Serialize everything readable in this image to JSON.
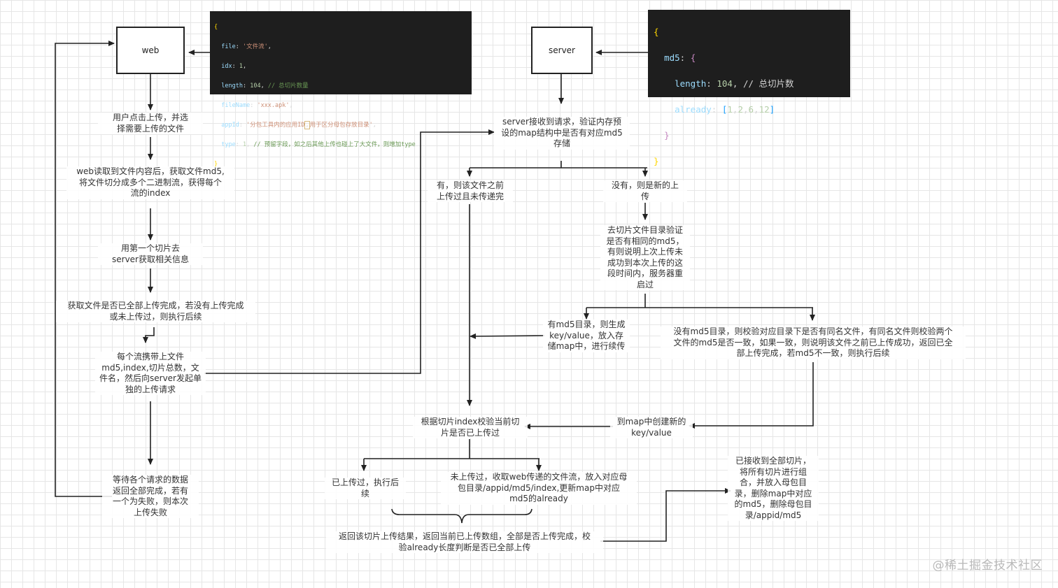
{
  "nodes": {
    "web": "web",
    "server": "server",
    "step_select_file": "用户点击上传，并选\n择需要上传的文件",
    "step_read_md5": "web读取到文件内容后，获取文件md5,\n将文件切分成多个二进制流，获得每个\n流的index",
    "step_first_chunk": "用第一个切片去\nserver获取相关信息",
    "step_check_status": "获取文件是否已全部上传完成，若没有上传完成\n或未上传过，则执行后续",
    "step_send_chunks": "每个流携带上文件\nmd5,index,切片总数，文\n件名，然后向server发起单\n独的上传请求",
    "step_wait_results": "等待各个请求的数据\n返回全部完成，若有\n一个为失败，则本次\n上传失败",
    "server_check_map": "server接收到请求，验证内存预\n设的map结构中是否有对应md5\n存储",
    "branch_exists": "有，则该文件之前\n上传过且未传递完",
    "branch_new": "没有，则是新的上\n传",
    "check_dir": "去切片文件目录验证\n是否有相同的md5，\n有则说明上次上传未\n成功到本次上传的这\n段时间内，服务器重\n启过",
    "has_md5_dir": "有md5目录，则生成\nkey/value，放入存\n储map中，进行续传",
    "no_md5_dir": "没有md5目录，则校验对应目录下是否有同名文件，有同名文件则校验两个\n文件的md5是否一致，如果一致，则说明该文件之前已上传成功，返回已全\n部上传完成，若md5不一致，则执行后续",
    "create_kv": "到map中创建新的\nkey/value",
    "check_index": "根据切片index校验当前切\n片是否已上传过",
    "uploaded": "已上传过，执行后\n续",
    "not_uploaded": "未上传过，收取web传递的文件流，放入对应母\n包目录/appid/md5/index,更新map中对应\nmd5的already",
    "return_result": "返回该切片上传结果，返回当前已上传数组，全部是否上传完成，校\n验already长度判断是否已全部上传",
    "merge": "已接收到全部切片，\n将所有切片进行组\n合，并放入母包目\n录，删除map中对应\n的md5，删除母包目\n录/appid/md5"
  },
  "code_web": {
    "open": "{",
    "file_key": "file",
    "file_val": "'文件流'",
    "idx_key": "idx",
    "idx_val": "1",
    "length_key": "length",
    "length_val": "104",
    "length_comment": "// 总切片数量",
    "filename_key": "fileName",
    "filename_val": "'xxx.apk'",
    "appid_key": "appId",
    "appid_val_a": "'分包工具内的应用ID",
    "appid_val_b": "用于区分母包存放目录'",
    "type_key": "type",
    "type_val": "1",
    "type_comment": "// 预留字段，如之后其他上传也碰上了大文件，则增加type",
    "close": "}"
  },
  "code_server": {
    "open": "{",
    "md5_key": "md5",
    "inner_open": "{",
    "length_key": "length",
    "length_val": "104",
    "length_comment": "// 总切片数",
    "already_key": "already",
    "already_vals": [
      "1",
      "2",
      "6",
      "12"
    ],
    "inner_close": "}",
    "close": "}"
  },
  "watermark": "@稀土掘金技术社区",
  "colors": {
    "line": "#222222",
    "code_bg": "#1e1e1e",
    "code_key": "#9cdcfe",
    "code_string": "#ce9178",
    "code_number": "#b5cea8",
    "code_comment": "#6a9955"
  }
}
